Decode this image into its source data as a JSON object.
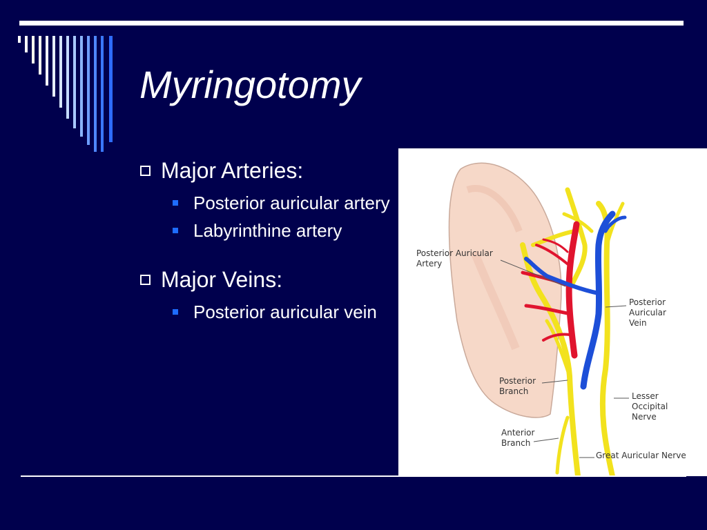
{
  "slide": {
    "title": "Myringotomy",
    "sections": [
      {
        "heading": "Major Arteries:",
        "items": [
          "Posterior auricular artery",
          "Labyrinthine artery"
        ]
      },
      {
        "heading": "Major Veins:",
        "items": [
          "Posterior auricular vein"
        ]
      }
    ]
  },
  "figure": {
    "labels": {
      "posterior_auricular_artery": [
        "Posterior Auricular",
        "Artery"
      ],
      "posterior_auricular_vein": [
        "Posterior",
        "Auricular",
        "Vein"
      ],
      "posterior_branch": [
        "Posterior",
        "Branch"
      ],
      "lesser_occipital_nerve": [
        "Lesser",
        "Occipital",
        "Nerve"
      ],
      "anterior_branch": [
        "Anterior",
        "Branch"
      ],
      "great_auricular_nerve": [
        "Great Auricular Nerve"
      ]
    }
  },
  "colors": {
    "background": "#00004d",
    "bullet": "#1e6cff",
    "artery": "#e0142e",
    "vein": "#1d4fd8",
    "nerve": "#f2e21e",
    "ear": "#f6d8c8"
  }
}
